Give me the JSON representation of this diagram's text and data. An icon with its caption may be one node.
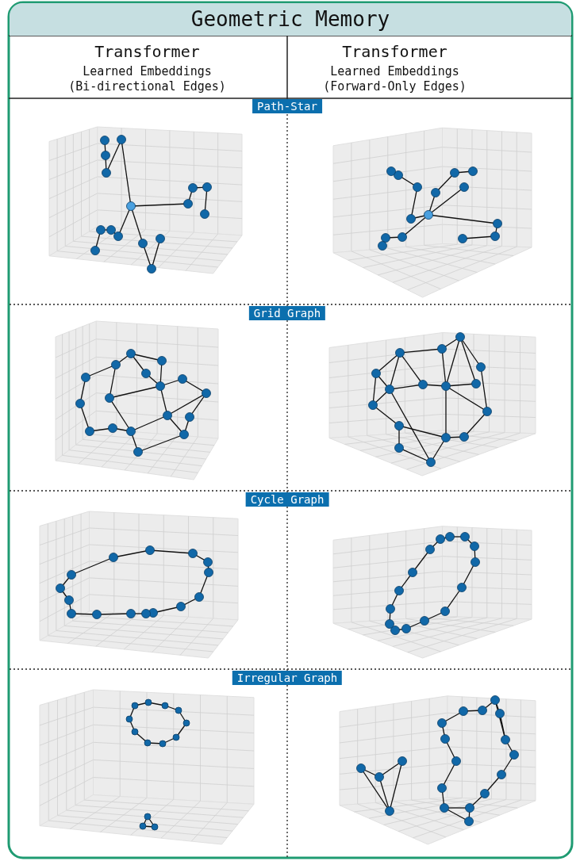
{
  "diagram": {
    "title": "Geometric Memory",
    "nodes": [
      {
        "text": [
          "Path-Star"
        ]
      },
      {
        "text": [
          "Grid Graph"
        ]
      },
      {
        "text": [
          "Cycle Graph"
        ]
      },
      {
        "text": [
          "Irregular Graph"
        ]
      }
    ],
    "labels": [
      "Transformer",
      "Learned Embeddings (Bi-directional Edges)",
      "Transformer",
      "Learned Embeddings (Forward-Only Edges)"
    ]
  }
}
